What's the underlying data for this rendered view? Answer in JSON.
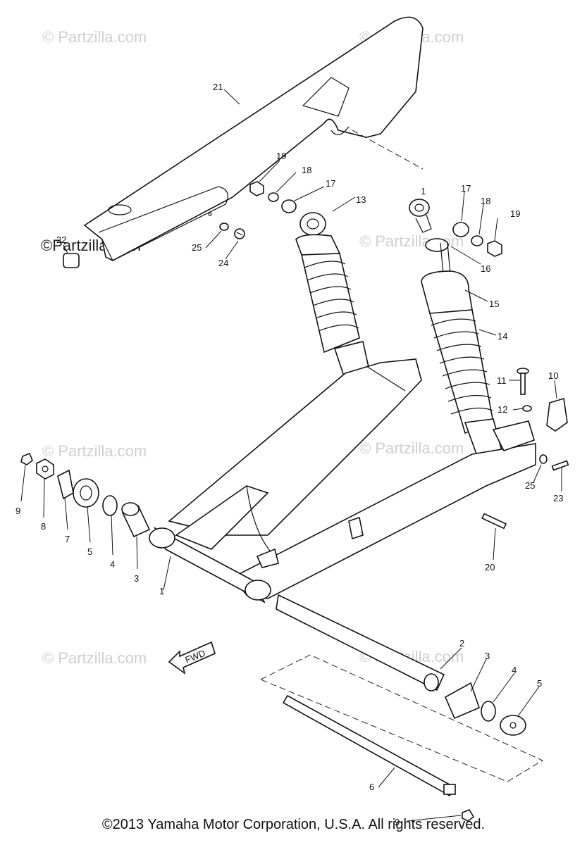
{
  "watermarks": [
    "© Partzilla.com",
    "© Partzilla.com",
    "©Partzilla.com",
    "© Partzilla.com",
    "© Partzilla.com",
    "© Partzilla.com",
    "© Partzilla.com",
    "© Partzilla.com"
  ],
  "callouts": {
    "c21": "21",
    "c19a": "19",
    "c18a": "18",
    "c17a": "17",
    "c13": "13",
    "c22": "22",
    "c25a": "25",
    "c24": "24",
    "c1a": "1",
    "c17b": "17",
    "c18b": "18",
    "c19b": "19",
    "c16": "16",
    "c15": "15",
    "c14": "14",
    "c11": "11",
    "c10": "10",
    "c12": "12",
    "c25b": "25",
    "c23": "23",
    "c20": "20",
    "c9a": "9",
    "c8": "8",
    "c7": "7",
    "c5a": "5",
    "c4a": "4",
    "c3a": "3",
    "c1b": "1",
    "c2": "2",
    "c3b": "3",
    "c4b": "4",
    "c5b": "5",
    "c6": "6",
    "c9b": "9"
  },
  "fwd_label": "FWD",
  "copyright": "©2013  Yamaha Motor Corporation, U.S.A. All rights reserved."
}
